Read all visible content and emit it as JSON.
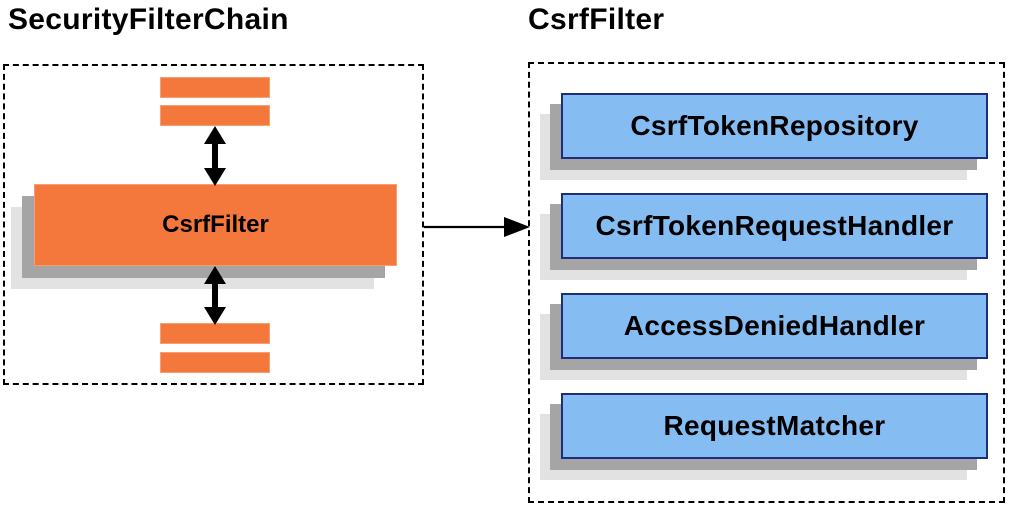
{
  "left_panel": {
    "title": "SecurityFilterChain",
    "filter_label": "CsrfFilter"
  },
  "right_panel": {
    "title": "CsrfFilter",
    "components": [
      "CsrfTokenRepository",
      "CsrfTokenRequestHandler",
      "AccessDeniedHandler",
      "RequestMatcher"
    ]
  },
  "icons": {
    "between_filters": "up-down-arrow-icon",
    "delegation": "right-arrow-icon"
  },
  "colors": {
    "orange": "#f4783c",
    "orange-edge": "#f79e73",
    "blue-fill": "#85bdf3",
    "blue-border": "#1f2d7d",
    "shadow-dark": "#a5a5a5",
    "shadow-light": "#e2e2e2",
    "ink": "#000000"
  }
}
